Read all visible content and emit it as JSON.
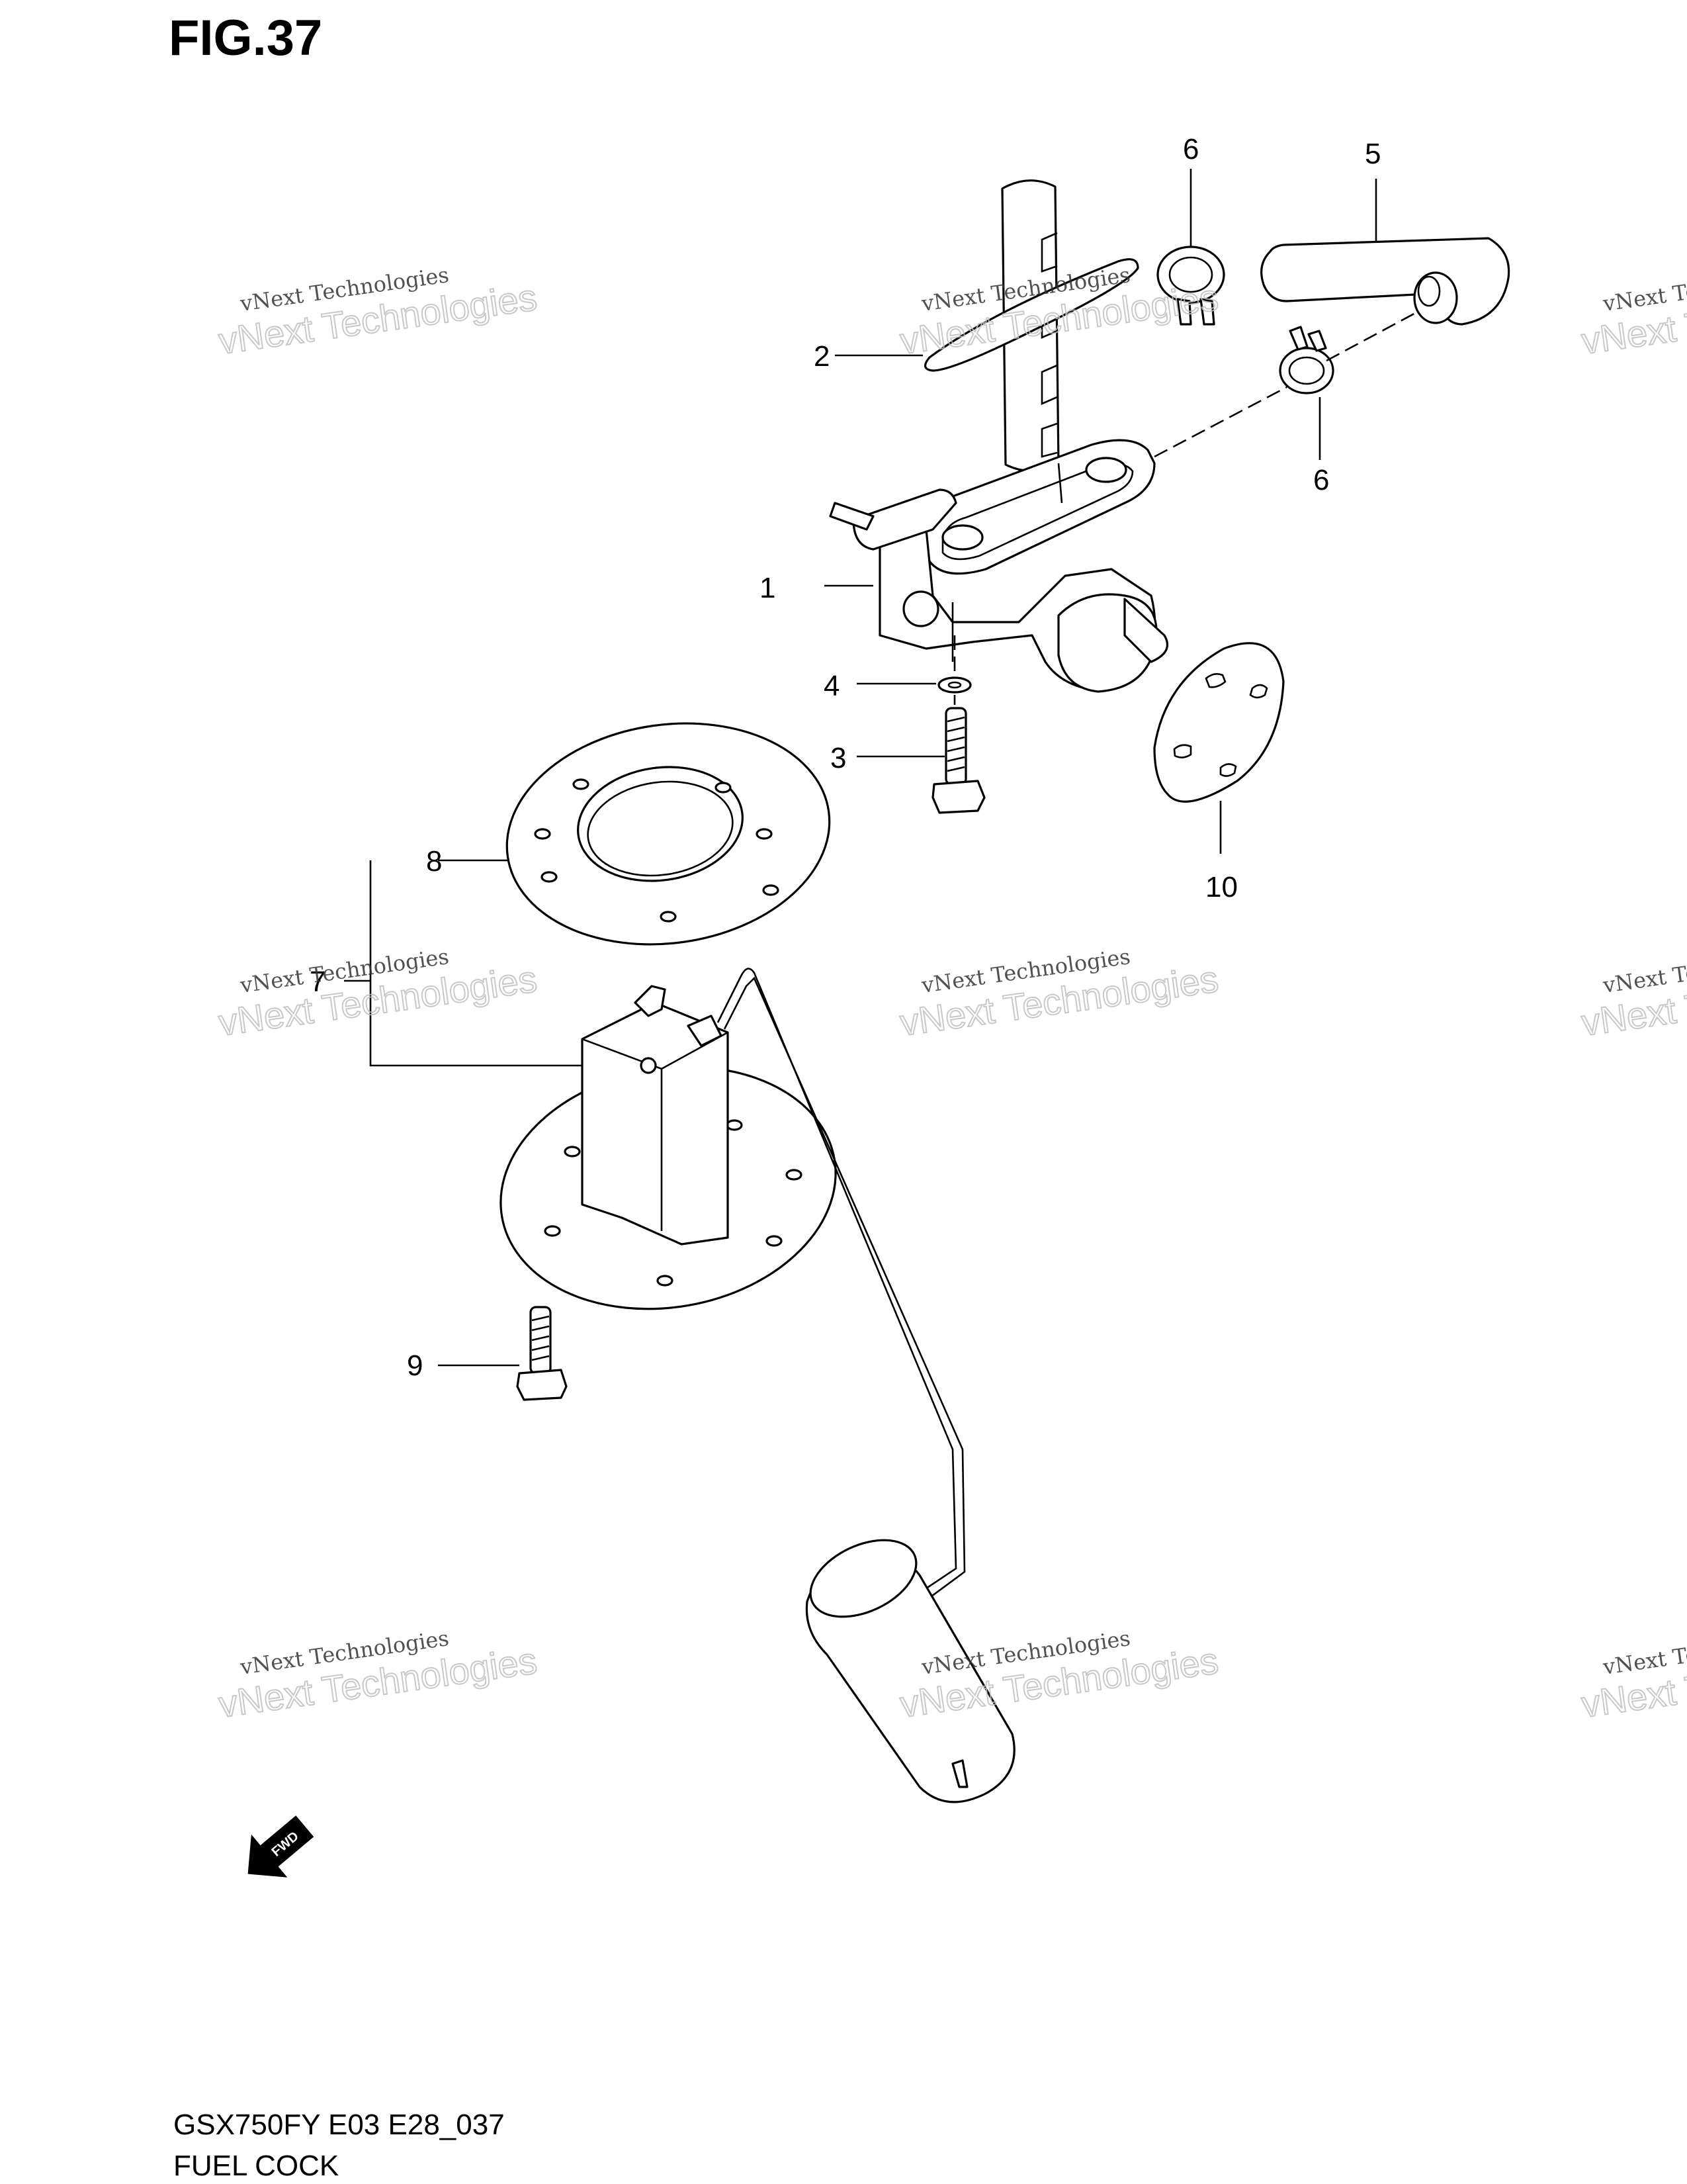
{
  "figure": {
    "title": "FIG.37",
    "code": "GSX750FY E03 E28_037",
    "name": "FUEL COCK"
  },
  "callouts": [
    {
      "id": "1",
      "part": "fuel-cock-body"
    },
    {
      "id": "2",
      "part": "o-ring"
    },
    {
      "id": "3",
      "part": "bolt"
    },
    {
      "id": "4",
      "part": "washer"
    },
    {
      "id": "5",
      "part": "hose"
    },
    {
      "id": "6",
      "part": "clamp-upper"
    },
    {
      "id": "6",
      "part": "clamp-lower"
    },
    {
      "id": "7",
      "part": "fuel-level-gauge-assy"
    },
    {
      "id": "8",
      "part": "gasket"
    },
    {
      "id": "9",
      "part": "bolt"
    },
    {
      "id": "10",
      "part": "gasket-plate"
    }
  ],
  "watermark": {
    "line1": "vNext Technologies",
    "line2": "vNext Technologies"
  },
  "fwd_label": "FWD"
}
